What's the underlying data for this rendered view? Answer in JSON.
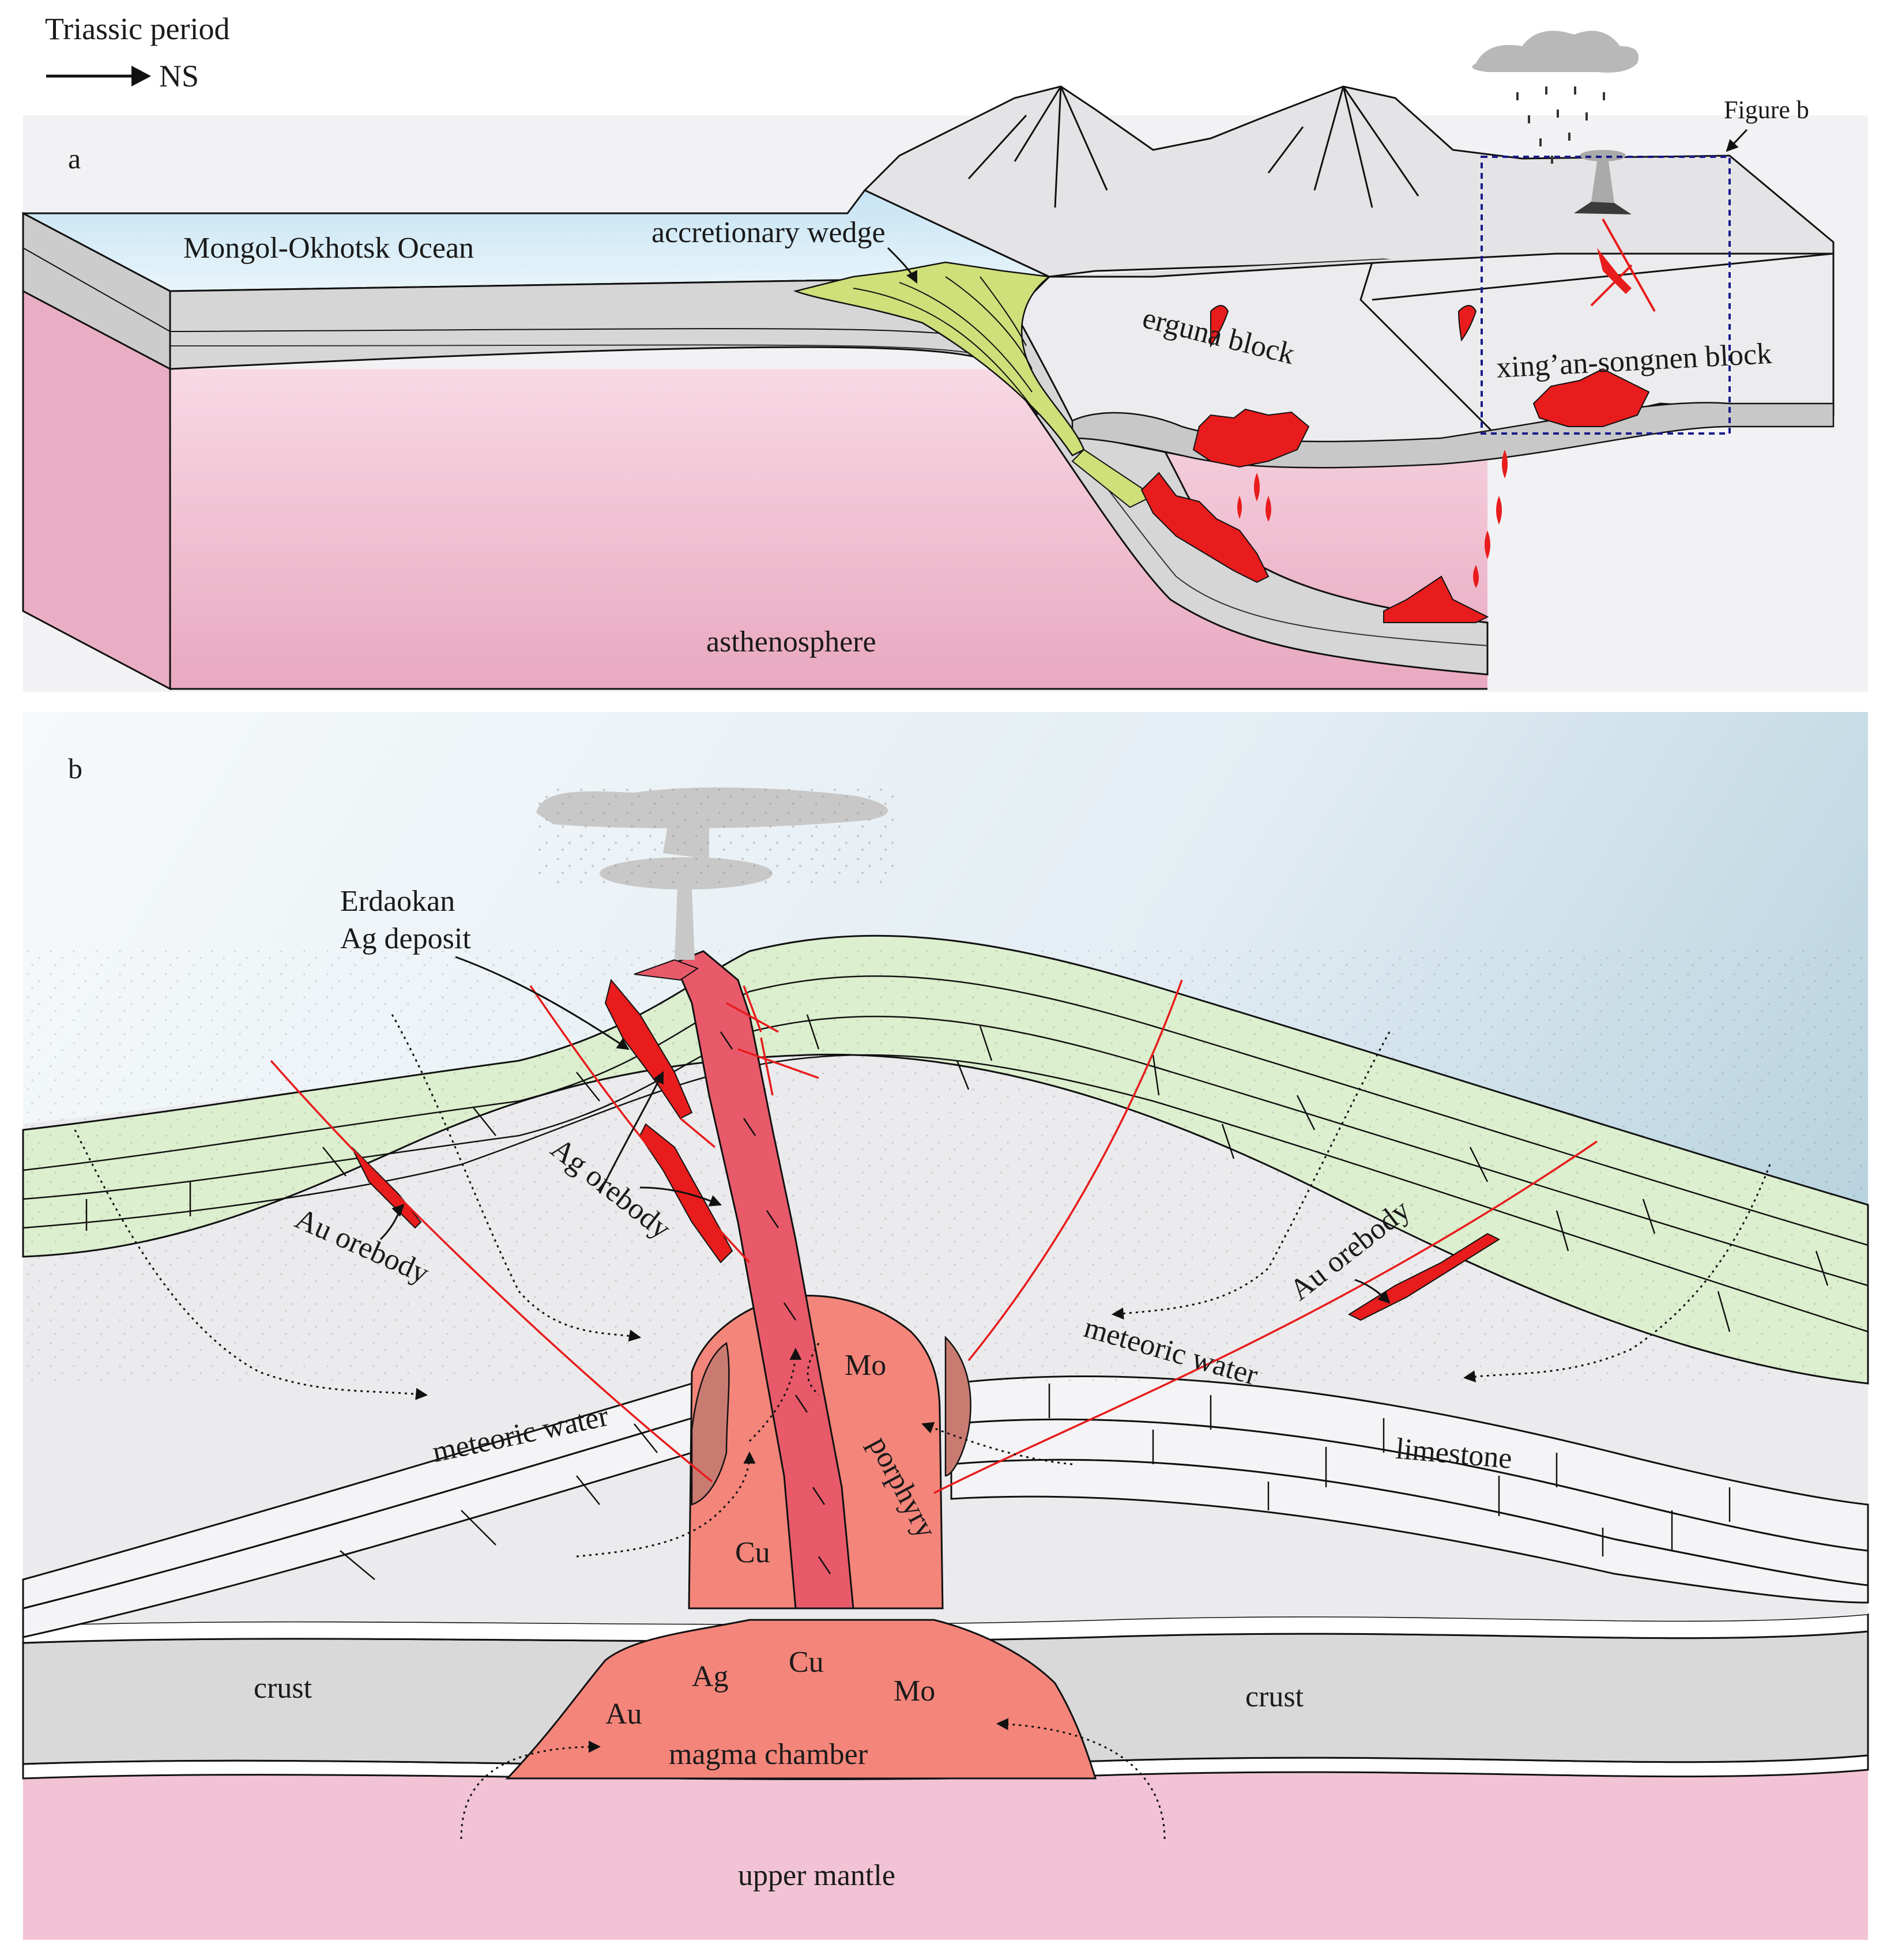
{
  "header": {
    "title": "Triassic period",
    "direction": "NS"
  },
  "panel_a": {
    "label": "a",
    "figure_ref": "Figure b",
    "ocean": "Mongol-Okhotsk Ocean",
    "wedge": "accretionary wedge",
    "block1": "erguna block",
    "block2": "xing’an-songnen block",
    "mantle": "asthenosphere"
  },
  "panel_b": {
    "label": "b",
    "deposit_line1": "Erdaokan",
    "deposit_line2": "Ag deposit",
    "ag_orebody": "Ag orebody",
    "au_orebody_left": "Au orebody",
    "au_orebody_right": "Au orebody",
    "meteoric_left": "meteoric water",
    "meteoric_right": "meteoric water",
    "limestone": "limestone",
    "porphyry": "porphyry",
    "mo": "Mo",
    "cu": "Cu",
    "crust_left": "crust",
    "crust_right": "crust",
    "chamber_ag": "Ag",
    "chamber_cu": "Cu",
    "chamber_mo": "Mo",
    "chamber_au": "Au",
    "chamber": "magma chamber",
    "mantle": "upper mantle"
  },
  "colors": {
    "ocean": "#d6ecf7",
    "plate": "#d4d4d4",
    "mantle": "#f0bcd0",
    "wedge": "#cfe07a",
    "magma": "#ee1c1c",
    "crust_light": "#ececec",
    "sediment": "#dcefcf",
    "porphyry": "#f4857a",
    "dike": "#e85a6a",
    "sky": "#c9dde8"
  }
}
